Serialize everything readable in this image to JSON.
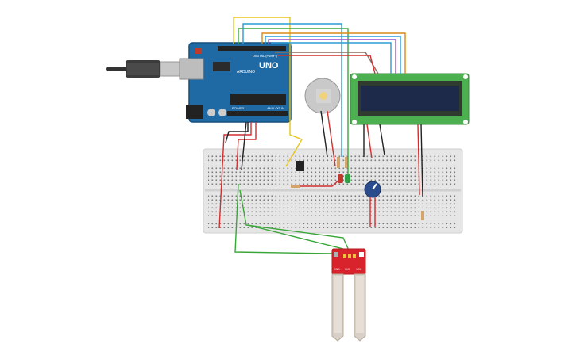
{
  "components": {
    "arduino": {
      "logo": "UNO",
      "brand": "ARDUINO",
      "digital_label": "DIGITAL (PWM~)",
      "power_label": "POWER",
      "analog_label": "ANALOG IN"
    },
    "lcd": {
      "type": "16x2 LCD"
    },
    "soil_sensor": {
      "label_left": "GND",
      "label_mid": "SIG",
      "label_right": "VCC"
    },
    "motor": {
      "icon": "dc-motor-icon"
    },
    "potentiometer": {
      "icon": "potentiometer-icon"
    },
    "leds": [
      "red",
      "green"
    ]
  },
  "colors": {
    "arduino_board": "#1f6aa5",
    "lcd_pcb": "#4caf50",
    "lcd_screen": "#1e2a4a",
    "breadboard": "#e6e6e6",
    "sensor": "#d8222c",
    "wire_red": "#d32f2f",
    "wire_black": "#222222",
    "wire_yellow": "#e6c619",
    "wire_green": "#3aa63a",
    "wire_blue": "#2a9bd6",
    "wire_orange": "#d88a1a",
    "wire_purple": "#9c4fd6"
  }
}
